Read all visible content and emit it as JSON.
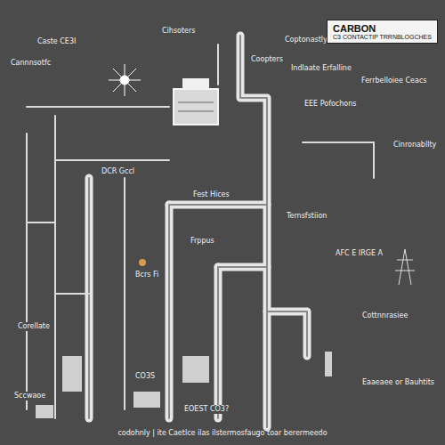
{
  "diagram": {
    "caption": "codohnly | ite Caetlce ilas ilstermosfaugo toar berermeedo",
    "nodes": [
      {
        "text": [
          "CARBON",
          "C3 CONTACTIP TRRNBLOGCHES"
        ]
      }
    ],
    "labels": [
      "Caste CE3I",
      "Cihsoters",
      "Coptonastly",
      "Cannnsotfc",
      "Coopters",
      "Indlaate Erfalline",
      "Ferrbelloiee Ceacs",
      "EEE Pofochons",
      "Cinronabllty",
      "DCR Gccl",
      "Fest Hices",
      "Ternsfstiion",
      "Frppus",
      "AFC E IRGE A",
      "Bcrs Fi",
      "Corellate",
      "Cottnnrasiee",
      "Eaaeaee or Bauhtits",
      "Sccwaoe",
      "CO3S",
      "EOEST CO3?"
    ]
  }
}
